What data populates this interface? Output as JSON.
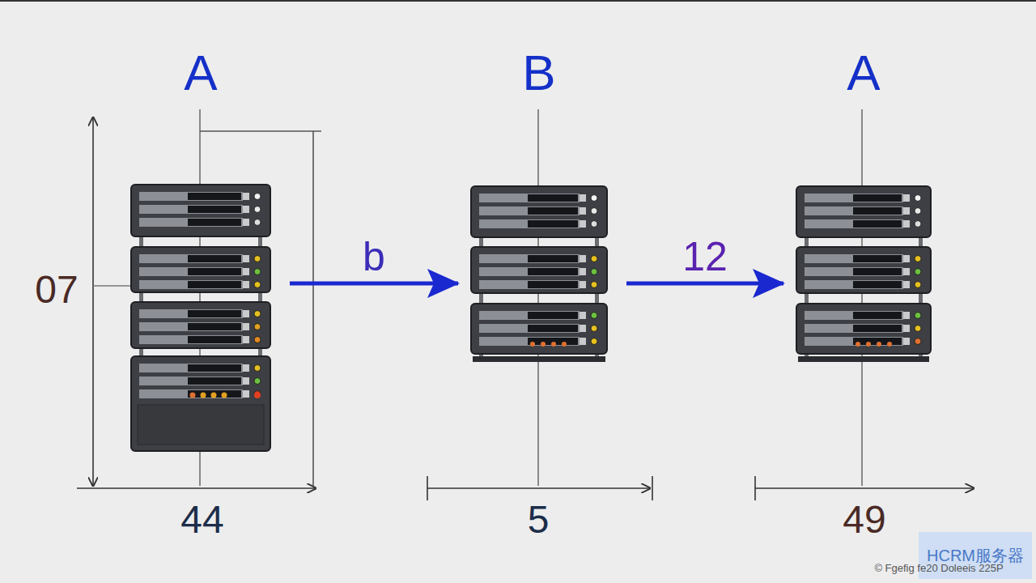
{
  "diagram": {
    "nodes": [
      {
        "text": [
          "A"
        ]
      },
      {
        "text": [
          "B"
        ]
      },
      {
        "text": [
          "A"
        ]
      }
    ],
    "edges": [
      {
        "from": 0,
        "to": 1,
        "arrow": "to",
        "label": "b"
      },
      {
        "from": 1,
        "to": 2,
        "arrow": "to",
        "label": "12"
      }
    ],
    "labels": [
      "07",
      "44",
      "5",
      "49",
      "HCRM服务器",
      "© Fgefig fe20 Doleeis 225P"
    ]
  }
}
